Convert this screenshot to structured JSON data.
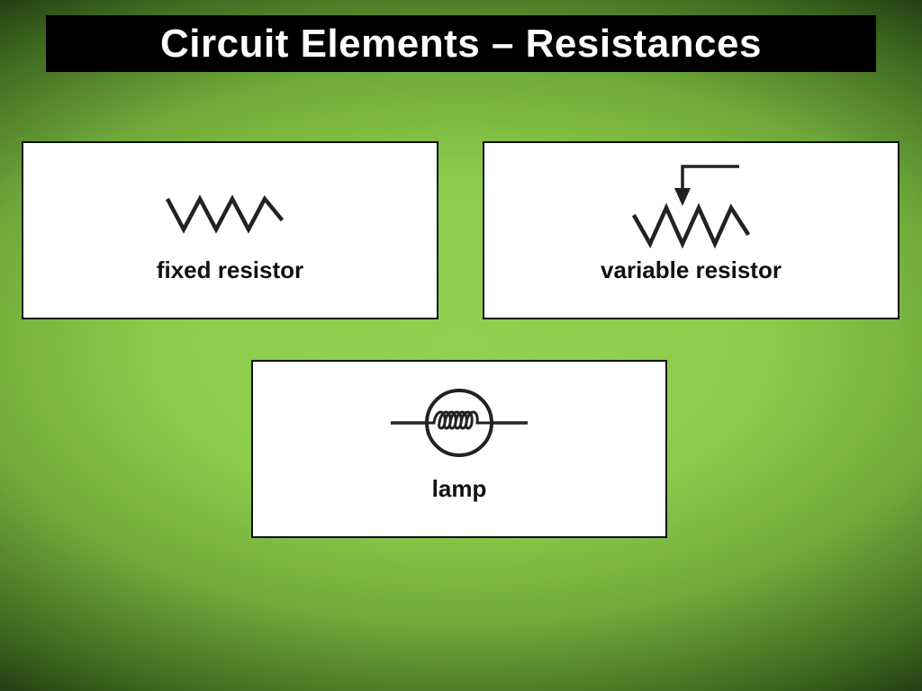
{
  "slide": {
    "title": "Circuit Elements – Resistances"
  },
  "cards": [
    {
      "label": "fixed resistor",
      "icon": "fixed-resistor-symbol"
    },
    {
      "label": "variable resistor",
      "icon": "variable-resistor-symbol"
    },
    {
      "label": "lamp",
      "icon": "lamp-symbol"
    }
  ],
  "colors": {
    "background_center": "#92d050",
    "background_edge": "#0c160a",
    "title_bar": "#000000",
    "title_text": "#ffffff",
    "card_background": "#ffffff",
    "symbol_stroke": "#222222"
  }
}
